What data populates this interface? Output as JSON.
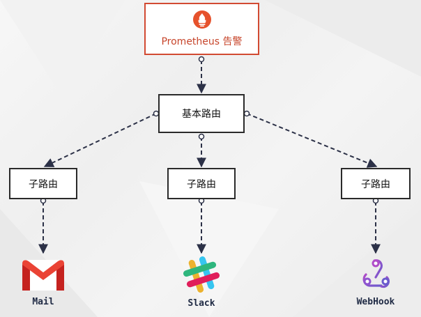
{
  "colors": {
    "prometheus_accent": "#d24a32",
    "line": "#2c3147",
    "node_border": "#2a2a2a"
  },
  "nodes": {
    "prometheus": {
      "label": "Prometheus 告警",
      "icon": "prometheus-flame-icon"
    },
    "base_route": {
      "label": "基本路由"
    },
    "sub_routes": [
      {
        "label": "子路由"
      },
      {
        "label": "子路由"
      },
      {
        "label": "子路由"
      }
    ]
  },
  "receivers": [
    {
      "label": "Mail",
      "icon": "gmail-icon"
    },
    {
      "label": "Slack",
      "icon": "slack-icon"
    },
    {
      "label": "WebHook",
      "icon": "webhook-icon"
    }
  ]
}
